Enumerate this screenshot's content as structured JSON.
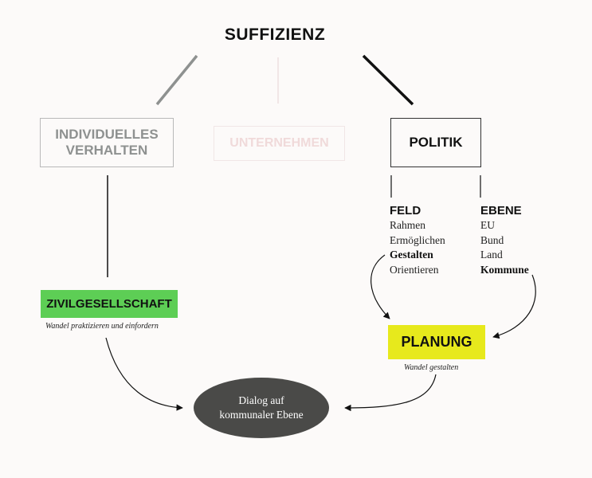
{
  "title": "SUFFIZIENZ",
  "boxes": {
    "individuelles": "INDIVIDUELLES VERHALTEN",
    "unternehmen": "UNTERNEHMEN",
    "politik": "POLITIK",
    "zivilgesellschaft": "ZIVILGESELLSCHAFT",
    "planung": "PLANUNG"
  },
  "captions": {
    "zivilgesellschaft": "Wandel praktizieren und einfordern",
    "planung": "Wandel gestalten"
  },
  "feld": {
    "heading": "FELD",
    "items": [
      "Rahmen",
      "Ermöglichen",
      "Gestalten",
      "Orientieren"
    ],
    "highlighted": "Gestalten"
  },
  "ebene": {
    "heading": "EBENE",
    "items": [
      "EU",
      "Bund",
      "Land",
      "Kommune"
    ],
    "highlighted": "Kommune"
  },
  "dialog": {
    "line1": "Dialog auf",
    "line2": "kommunaler Ebene"
  },
  "colors": {
    "zivilgesellschaft": "#5dce55",
    "planung": "#e7e91c",
    "dialog": "#4a4a48",
    "individuelles_border": "#b9b9b9",
    "unternehmen_text": "#f0dada"
  }
}
